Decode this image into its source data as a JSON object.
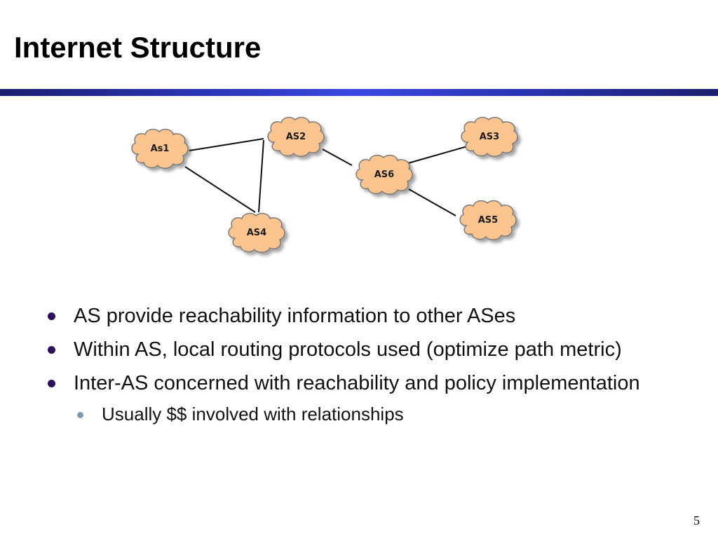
{
  "slide": {
    "title": "Internet Structure",
    "page_number": "5"
  },
  "diagram": {
    "nodes": [
      {
        "id": "as1",
        "label": "As1"
      },
      {
        "id": "as2",
        "label": "AS2"
      },
      {
        "id": "as3",
        "label": "AS3"
      },
      {
        "id": "as4",
        "label": "AS4"
      },
      {
        "id": "as5",
        "label": "AS5"
      },
      {
        "id": "as6",
        "label": "AS6"
      }
    ],
    "edges": [
      {
        "from": "as1",
        "to": "as2"
      },
      {
        "from": "as1",
        "to": "as4"
      },
      {
        "from": "as2",
        "to": "as4"
      },
      {
        "from": "as2",
        "to": "as6"
      },
      {
        "from": "as6",
        "to": "as3"
      },
      {
        "from": "as6",
        "to": "as5"
      }
    ],
    "colors": {
      "cloud_fill": "#fcc48e",
      "cloud_stroke": "#7a7a7a",
      "edge": "#111111"
    }
  },
  "bullets": [
    {
      "level": 1,
      "text": "AS provide reachability information to other ASes"
    },
    {
      "level": 1,
      "text": "Within AS, local routing protocols used (optimize path metric)"
    },
    {
      "level": 1,
      "text": "Inter-AS concerned with reachability and policy implementation"
    },
    {
      "level": 2,
      "text": "Usually $$ involved with relationships"
    }
  ],
  "colors": {
    "title_bar": "#2b36b8",
    "bullet_level1": "#2d0f5c",
    "bullet_level2": "#7f99ae"
  }
}
